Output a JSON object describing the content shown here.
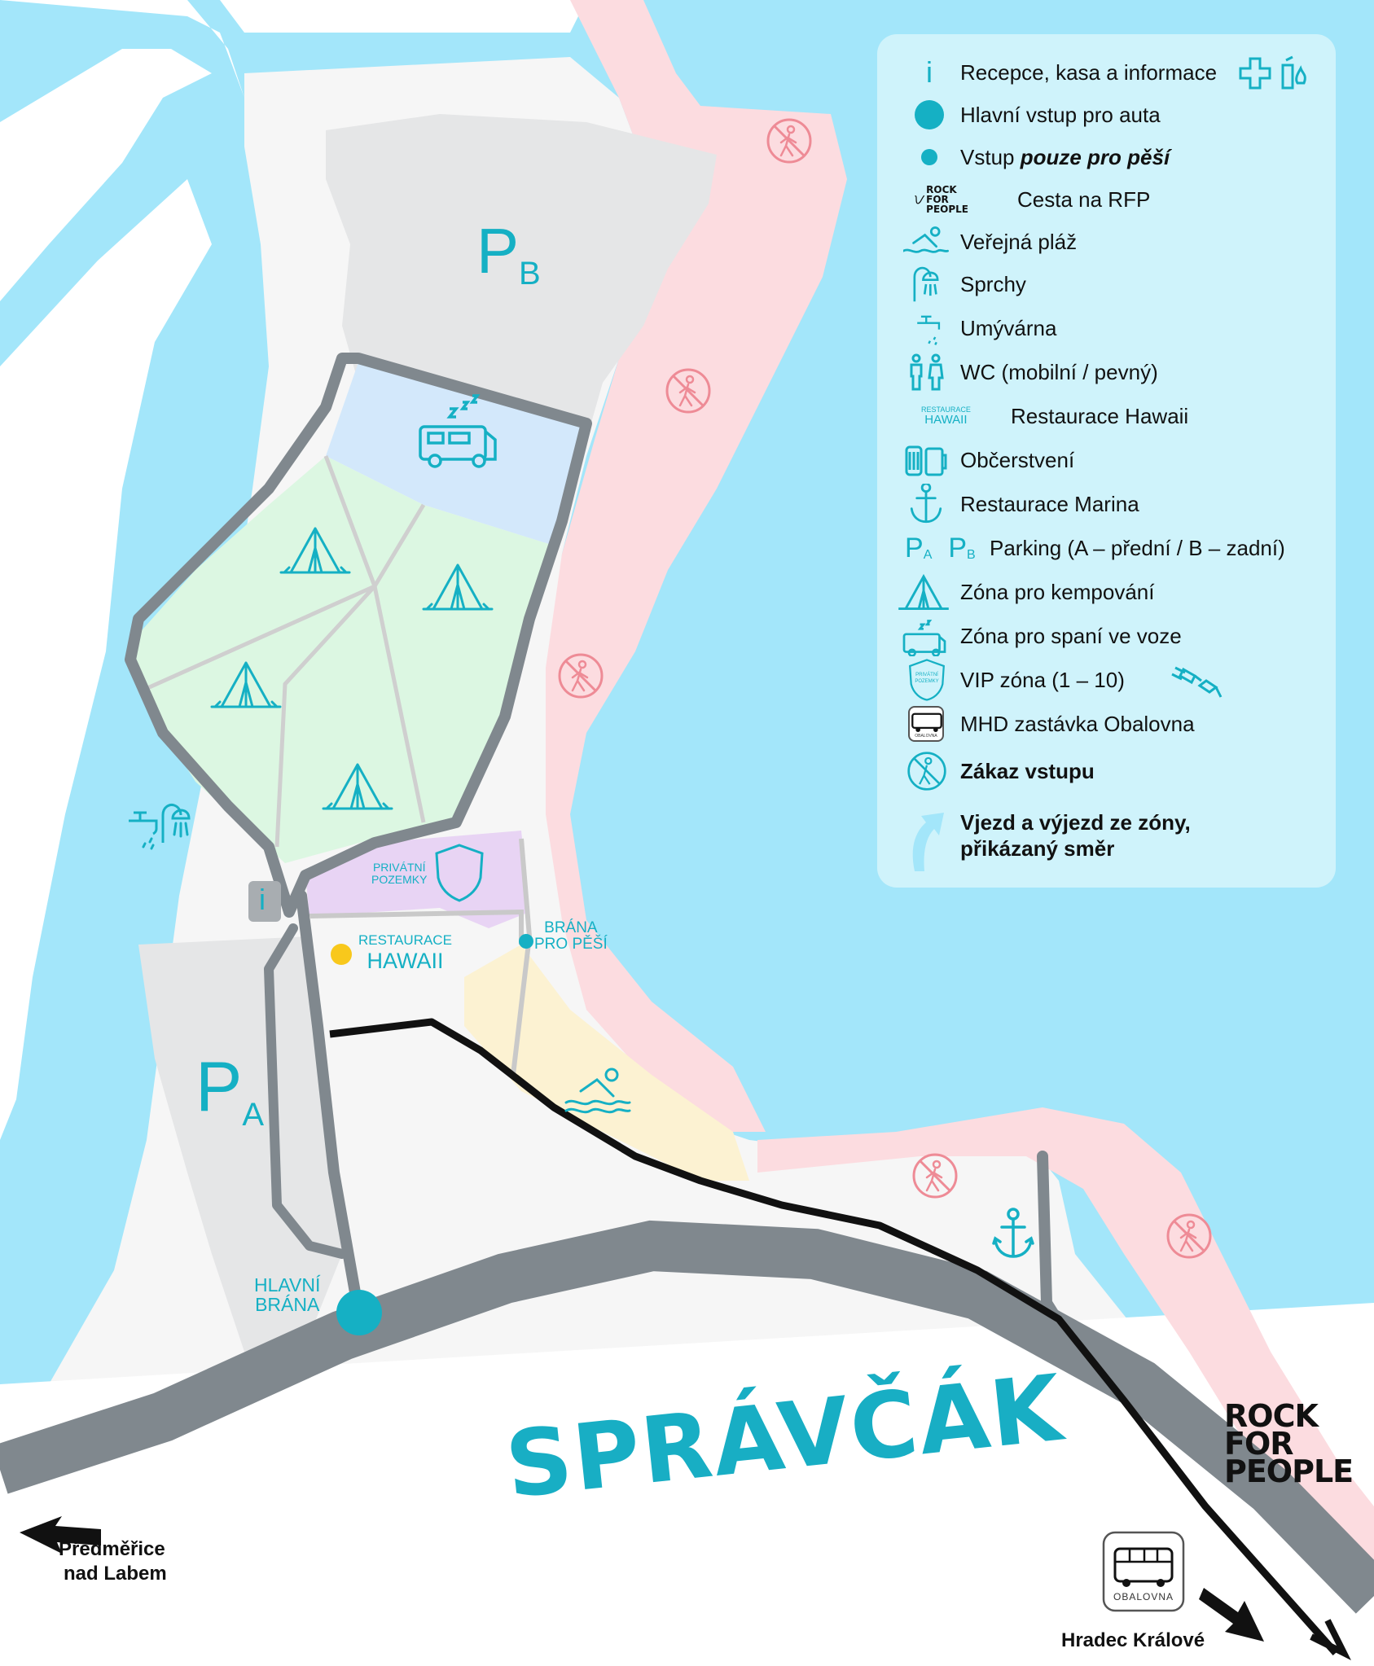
{
  "map": {
    "title": "SPRÁVČÁK",
    "labels": {
      "parking_b_main": "P",
      "parking_b_sub": "B",
      "parking_a_main": "P",
      "parking_a_sub": "A",
      "private_land": [
        "PRIVÁTNÍ",
        "POZEMKY"
      ],
      "restaurant_small": "RESTAURACE",
      "restaurant_big": "HAWAII",
      "pedestrian_gate": [
        "BRÁNA",
        "PRO PĚŠÍ"
      ],
      "main_gate": [
        "HLAVNÍ",
        "BRÁNA"
      ],
      "info": "i"
    },
    "destinations": {
      "west": [
        "Předměřice",
        "nad Labem"
      ],
      "east": "Hradec Králové",
      "bus_stop": "OBALOVNA"
    },
    "logo": [
      "ROCK",
      "FOR",
      "PEOPLE"
    ],
    "colors": {
      "water": "#a3e6fa",
      "road": "#80888e",
      "camp_green": "#dcf7e2",
      "caravan_blue": "#d3e8fb",
      "private_purple": "#e8d4f4",
      "beach_yellow": "#fcf2d2",
      "no_entry_pink": "#fcdce0",
      "parking_grey": "#e5e6e7",
      "accent": "#15b0c4",
      "hawaii_dot": "#f8c81c"
    }
  },
  "legend": {
    "items": [
      {
        "icon": "info-icon",
        "label": "Recepce, kasa a informace"
      },
      {
        "icon": "main-car-entrance-dot-icon",
        "label": "Hlavní vstup pro auta"
      },
      {
        "icon": "pedestrian-entrance-dot-icon",
        "label_prefix": "Vstup ",
        "label_emph": "pouze pro pěší"
      },
      {
        "icon": "rfp-route-icon",
        "label": "Cesta na RFP"
      },
      {
        "icon": "swimmer-icon",
        "label": "Veřejná pláž"
      },
      {
        "icon": "shower-icon",
        "label": "Sprchy"
      },
      {
        "icon": "tap-icon",
        "label": "Umývárna"
      },
      {
        "icon": "wc-icon",
        "label": "WC (mobilní / pevný)"
      },
      {
        "icon": "hawaii-dot-icon",
        "label": "Restaurace Hawaii",
        "mini_logo": [
          "RESTAURACE",
          "HAWAII"
        ]
      },
      {
        "icon": "food-icon",
        "label": "Občerstvení"
      },
      {
        "icon": "anchor-icon",
        "label": "Restaurace Marina"
      },
      {
        "icon": "parking-icon",
        "label": "Parking (A – přední / B – zadní)"
      },
      {
        "icon": "tent-icon",
        "label": "Zóna pro kempování"
      },
      {
        "icon": "caravan-icon",
        "label": "Zóna pro spaní ve voze"
      },
      {
        "icon": "vip-shield-icon",
        "label": "VIP zóna (1 – 10)",
        "shield_text": [
          "PRIVÁTNÍ",
          "POZEMKY"
        ]
      },
      {
        "icon": "bus-stop-icon",
        "label": "MHD zastávka Obalovna",
        "bus_text": "OBALOVNA"
      },
      {
        "icon": "no-entry-icon",
        "label": "Zákaz vstupu"
      },
      {
        "icon": "direction-arrow-icon",
        "label": [
          "Vjezd a výjezd ze zóny,",
          "přikázaný směr"
        ]
      }
    ],
    "rfp_mini": [
      "ROCK",
      "FOR",
      "PEOPLE"
    ]
  }
}
